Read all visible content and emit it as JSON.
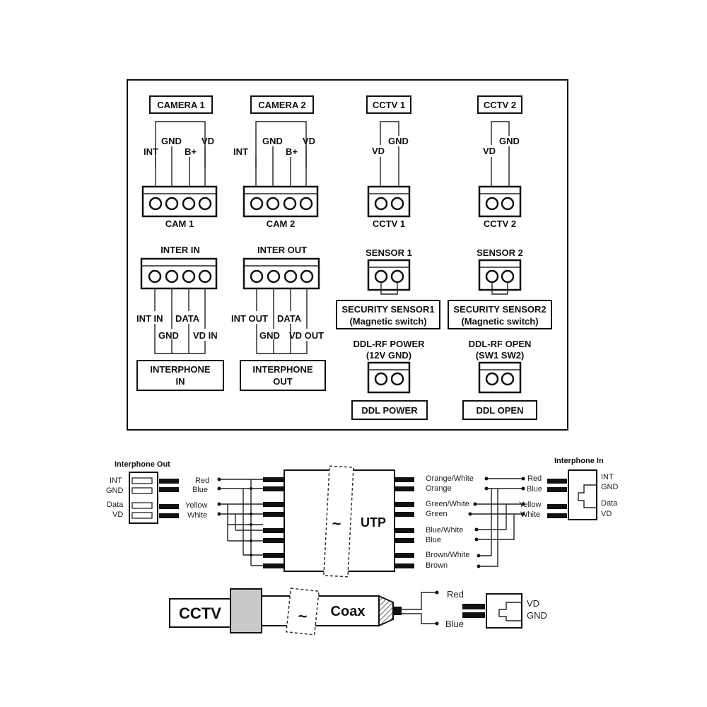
{
  "panel": {
    "camera1": {
      "title": "CAMERA 1",
      "pins": [
        "INT",
        "GND",
        "B+",
        "VD"
      ],
      "connector": "CAM 1"
    },
    "camera2": {
      "title": "CAMERA 2",
      "pins": [
        "INT",
        "GND",
        "B+",
        "VD"
      ],
      "connector": "CAM 2"
    },
    "cctv1": {
      "title": "CCTV 1",
      "pins": [
        "VD",
        "GND"
      ],
      "connector": "CCTV 1"
    },
    "cctv2": {
      "title": "CCTV 2",
      "pins": [
        "VD",
        "GND"
      ],
      "connector": "CCTV 2"
    },
    "inter_in": {
      "title": "INTER IN",
      "pins": [
        "INT IN",
        "GND",
        "DATA",
        "VD IN"
      ],
      "device": [
        "INTERPHONE",
        "IN"
      ]
    },
    "inter_out": {
      "title": "INTER OUT",
      "pins": [
        "INT OUT",
        "GND",
        "DATA",
        "VD OUT"
      ],
      "device": [
        "INTERPHONE",
        "OUT"
      ]
    },
    "sensor1": {
      "title": "SENSOR 1",
      "device": [
        "SECURITY SENSOR1",
        "(Magnetic switch)"
      ]
    },
    "sensor2": {
      "title": "SENSOR 2",
      "device": [
        "SECURITY SENSOR2",
        "(Magnetic switch)"
      ]
    },
    "ddl_power": {
      "title": [
        "DDL-RF POWER",
        "(12V  GND)"
      ],
      "device": "DDL POWER"
    },
    "ddl_open": {
      "title": [
        "DDL-RF OPEN",
        "(SW1  SW2)"
      ],
      "device": "DDL OPEN"
    }
  },
  "utp": {
    "label": "UTP",
    "tilde": "~",
    "interphone_out": {
      "title": "Interphone  Out",
      "pins": [
        "INT",
        "GND",
        "Data",
        "VD"
      ],
      "wires": [
        "Red",
        "Blue",
        "Yellow",
        "White"
      ]
    },
    "interphone_in": {
      "title": "Interphone  In",
      "pins": [
        "INT",
        "GND",
        "Data",
        "VD"
      ],
      "wires": [
        "Red",
        "Blue",
        "Yellow",
        "White"
      ]
    },
    "pairs": [
      "Orange/White",
      "Orange",
      "Green/White",
      "Green",
      "Blue/White",
      "Blue",
      "Brown/White",
      "Brown"
    ]
  },
  "coax": {
    "cctv_label": "CCTV",
    "label": "Coax",
    "tilde": "~",
    "wires": [
      "Red",
      "Blue"
    ],
    "pins": [
      "VD",
      "GND"
    ]
  }
}
